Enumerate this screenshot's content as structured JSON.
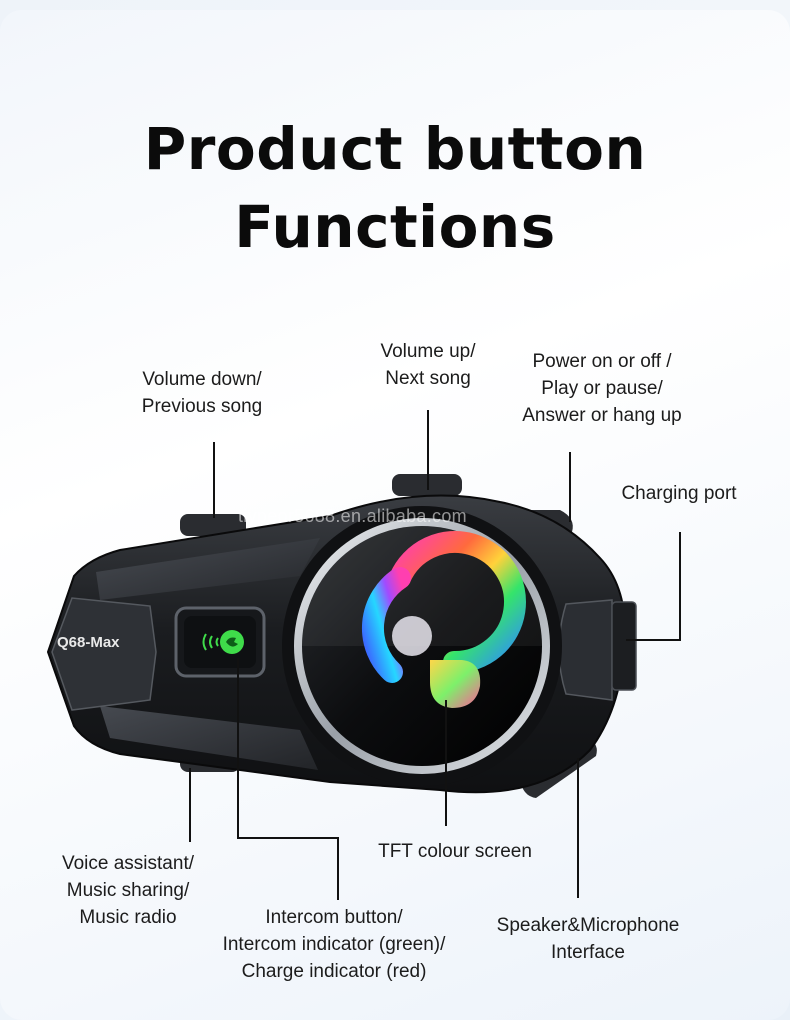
{
  "title": {
    "line1": "Product button",
    "line2": "Functions"
  },
  "device": {
    "model": "Q68-Max",
    "watermark": "tiypeor5688.en.alibaba.com",
    "accent_green": "#3fdc4a"
  },
  "labels": {
    "volume_up": [
      "Volume up/",
      "Next song"
    ],
    "volume_down": [
      "Volume down/",
      "Previous song"
    ],
    "power": [
      "Power on or off /",
      "Play or pause/",
      "Answer or hang up"
    ],
    "charging": [
      "Charging port"
    ],
    "voice": [
      "Voice assistant/",
      "Music sharing/",
      "Music radio"
    ],
    "intercom": [
      "Intercom button/",
      "Intercom indicator (green)/",
      "Charge indicator (red)"
    ],
    "screen": [
      "TFT colour screen"
    ],
    "speaker": [
      "Speaker&Microphone",
      "Interface"
    ]
  }
}
